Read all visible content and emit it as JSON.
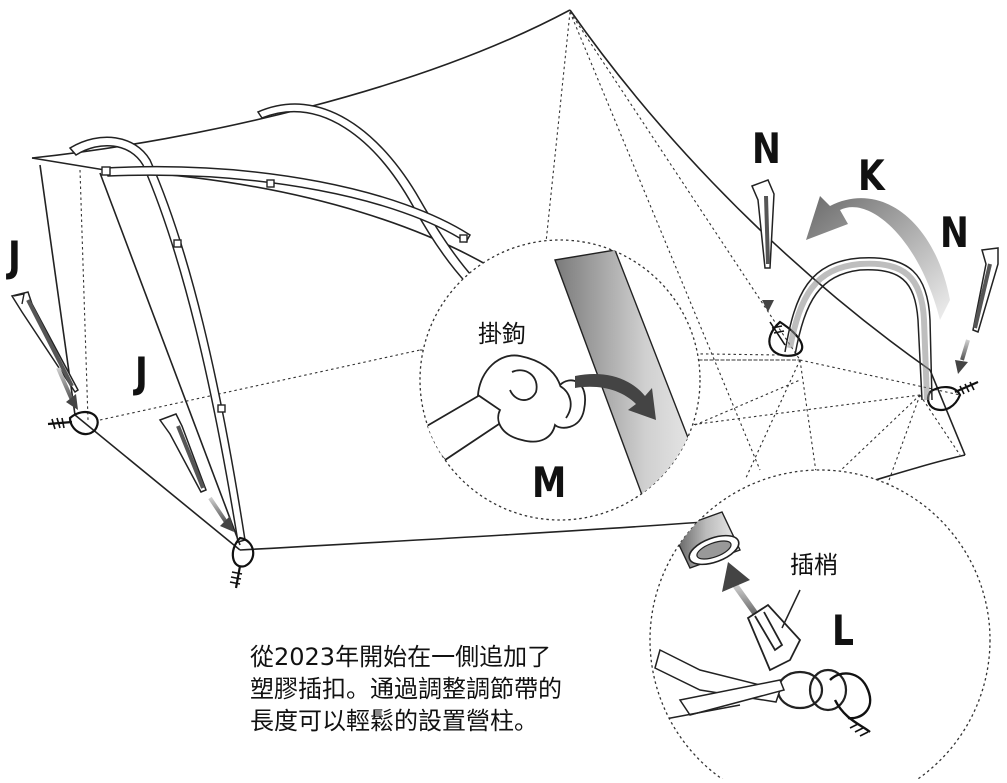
{
  "labels": {
    "J1": "J",
    "J2": "J",
    "N1": "N",
    "N2": "N",
    "K": "K",
    "M": "M",
    "L": "L",
    "hook": "掛鉤",
    "pin": "插梢"
  },
  "note": {
    "line1": "從2023年開始在一側追加了",
    "line2": "塑膠插扣。通過調整調節帶的",
    "line3": "長度可以輕鬆的設置營柱。"
  }
}
